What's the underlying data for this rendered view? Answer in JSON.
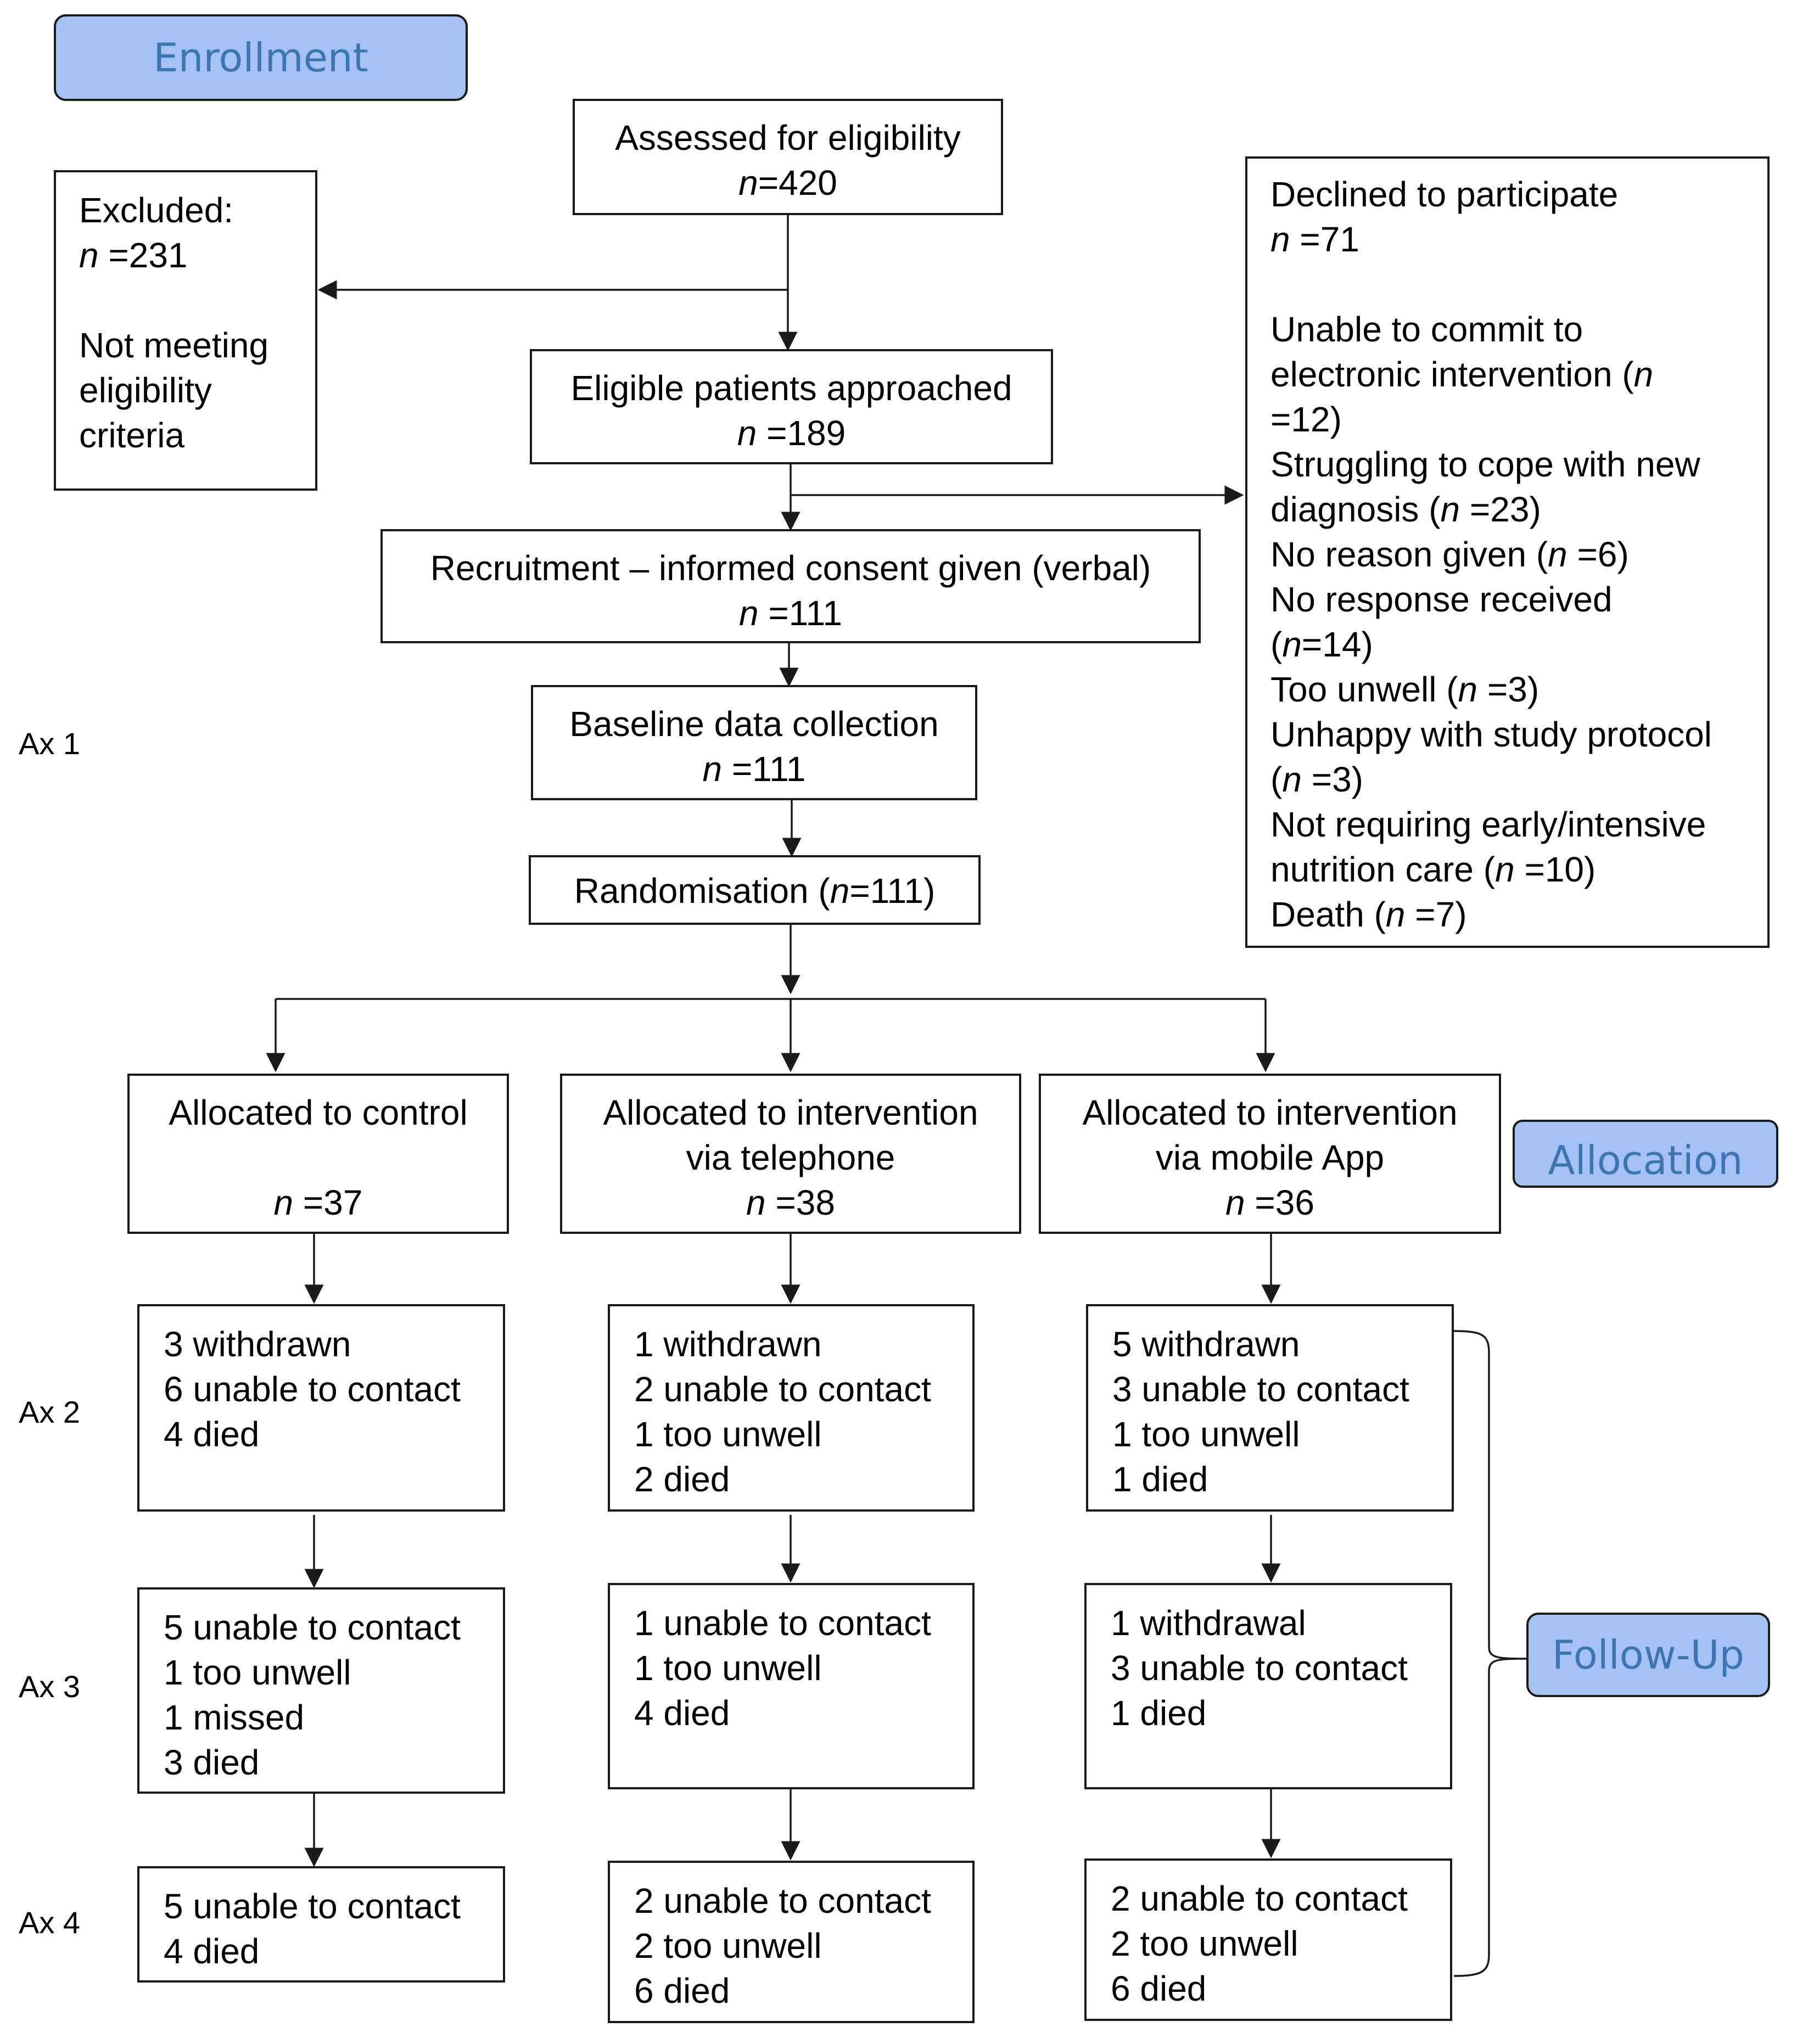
{
  "stage_tags": {
    "enrollment": "Enrollment",
    "allocation": "Allocation",
    "follow_up": "Follow-Up"
  },
  "assessment_labels": {
    "ax1": "Ax 1",
    "ax2": "Ax 2",
    "ax3": "Ax 3",
    "ax4": "Ax 4"
  },
  "assessed": {
    "title": "Assessed for eligibility",
    "n_prefix": "n",
    "n_value": "=420"
  },
  "excluded": {
    "title": "Excluded:",
    "n_prefix": "n",
    "n_value": " =231",
    "reason_lines": [
      "Not meeting",
      "eligibility",
      "criteria"
    ]
  },
  "eligible": {
    "title": "Eligible patients approached",
    "n_prefix": "n",
    "n_value": " =189"
  },
  "recruitment": {
    "title": "Recruitment – informed consent given (verbal)",
    "n_prefix": "n",
    "n_value": " =111"
  },
  "baseline": {
    "title": "Baseline data collection",
    "n_prefix": "n",
    "n_value": " =111"
  },
  "randomisation": {
    "text_before": "Randomisation (",
    "n_prefix": "n",
    "text_after": "=111)"
  },
  "declined": {
    "title": "Declined to participate",
    "n_prefix": "n",
    "n_value": " =71",
    "reasons": [
      {
        "a": "Unable to commit to",
        "b": "electronic intervention (",
        "n": "n",
        "c": "",
        "d": "=12)"
      },
      {
        "a": "Struggling to cope with new",
        "b": "diagnosis (",
        "n": "n",
        "c": " =23)",
        "d": ""
      },
      {
        "a": "",
        "b": "No reason given (",
        "n": "n",
        "c": " =6)",
        "d": ""
      },
      {
        "a": "No response received",
        "b": "(",
        "n": "n",
        "c": "=14)",
        "d": ""
      },
      {
        "a": "",
        "b": "Too unwell (",
        "n": "n",
        "c": " =3)",
        "d": ""
      },
      {
        "a": "Unhappy with study protocol",
        "b": "(",
        "n": "n",
        "c": " =3)",
        "d": ""
      },
      {
        "a": "Not requiring early/intensive",
        "b": "nutrition care (",
        "n": "n",
        "c": " =10)",
        "d": ""
      },
      {
        "a": "",
        "b": "Death (",
        "n": "n",
        "c": " =7)",
        "d": ""
      }
    ]
  },
  "arms": [
    {
      "title_lines": [
        "Allocated to control",
        ""
      ],
      "n_prefix": "n",
      "n_value": " =37",
      "ax2": [
        "3 withdrawn",
        "6 unable to contact",
        "4 died"
      ],
      "ax3": [
        "5 unable to contact",
        "1 too unwell",
        "1 missed",
        "3 died"
      ],
      "ax4": [
        "5 unable to contact",
        "4 died"
      ]
    },
    {
      "title_lines": [
        "Allocated to intervention",
        "via telephone"
      ],
      "n_prefix": "n",
      "n_value": " =38",
      "ax2": [
        "1 withdrawn",
        "2 unable to contact",
        "1 too unwell",
        "2 died"
      ],
      "ax3": [
        "1 unable to contact",
        "1 too unwell",
        "4 died"
      ],
      "ax4": [
        "2 unable to contact",
        "2 too unwell",
        "6 died"
      ]
    },
    {
      "title_lines": [
        "Allocated to intervention",
        "via mobile App"
      ],
      "n_prefix": "n",
      "n_value": " =36",
      "ax2": [
        "5 withdrawn",
        "3 unable to contact",
        "1 too unwell",
        "1 died"
      ],
      "ax3": [
        "1 withdrawal",
        "3 unable to contact",
        "1 died"
      ],
      "ax4": [
        "2 unable to contact",
        "2 too unwell",
        "6 died"
      ]
    }
  ]
}
